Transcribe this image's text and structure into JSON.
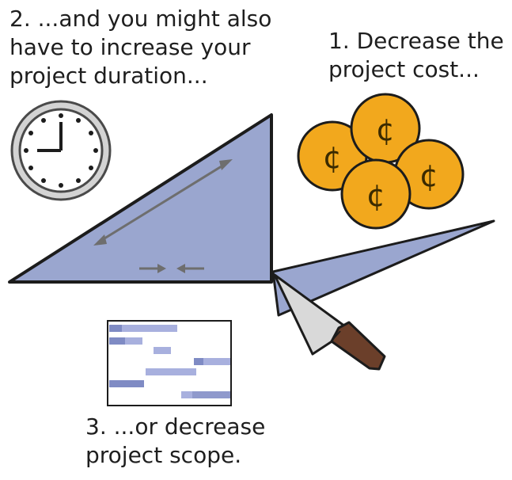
{
  "captions": {
    "step_2": [
      "2. ...and you might also",
      "have to increase your",
      "project duration..."
    ],
    "step_1": [
      "1. Decrease the",
      "project cost..."
    ],
    "step_3": [
      "3. ...or decrease",
      "project scope."
    ]
  },
  "coin_symbol": "¢",
  "icons": {
    "clock": "clock-icon",
    "coins": "coin-stack-icon",
    "knife": "knife-icon",
    "scope": "gantt-chart-icon"
  },
  "colors": {
    "triangle_fill": "#9aa6cf",
    "coin_fill": "#f2a81d",
    "knife_handle": "#6b3f2a",
    "gantt_bar": "#8f99cc"
  }
}
